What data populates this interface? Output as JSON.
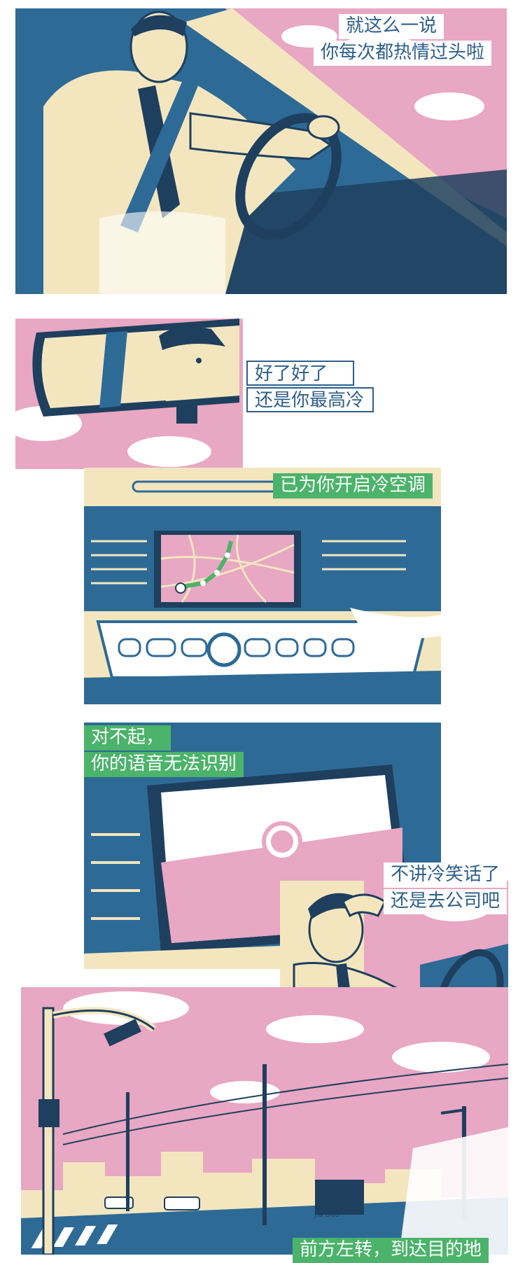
{
  "palette": {
    "blue": "#2e6a96",
    "pink": "#e8a7c2",
    "cream": "#f3e6bf",
    "white": "#ffffff",
    "green": "#4bb36a",
    "ink": "#1e3f5e"
  },
  "panels": [
    {
      "scene": "driver-at-wheel",
      "captions": [
        "就这么一说",
        "你每次都热情过头啦"
      ]
    },
    {
      "scene": "rear-view-mirror",
      "captions": [
        "好了好了",
        "还是你最高冷"
      ]
    },
    {
      "scene": "dashboard-navigation",
      "captions": [
        "已为你开启冷空调"
      ]
    },
    {
      "scene": "voice-assistant-screen",
      "captions": [
        "对不起，",
        "你的语音无法识别"
      ]
    },
    {
      "scene": "driver-inset",
      "captions": [
        "不讲冷笑话了",
        "还是去公司吧"
      ]
    },
    {
      "scene": "city-intersection",
      "captions": [
        "前方左转，到达目的地"
      ],
      "sign_text": "Jia Dao"
    }
  ]
}
